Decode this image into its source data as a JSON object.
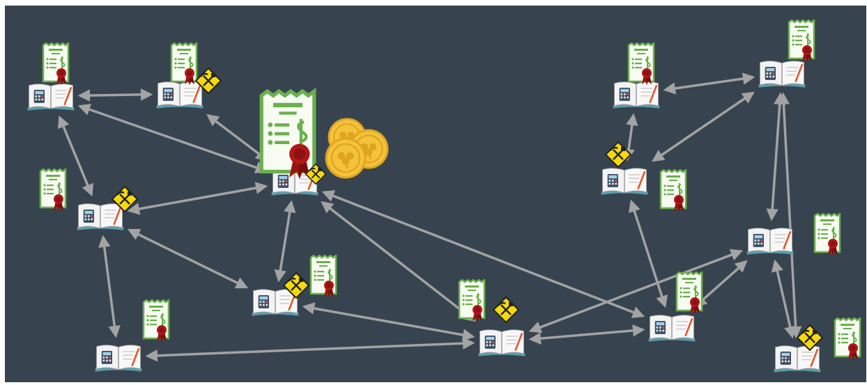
{
  "diagram": {
    "background": "#37444f",
    "edge_color": "#a3a3a3",
    "nodes": [
      {
        "id": "n1",
        "mining": false,
        "main": false
      },
      {
        "id": "n2",
        "mining": true,
        "main": false
      },
      {
        "id": "n3",
        "mining": true,
        "main": false
      },
      {
        "id": "n4",
        "mining": true,
        "main": true
      },
      {
        "id": "n5",
        "mining": true,
        "main": false
      },
      {
        "id": "n6",
        "mining": false,
        "main": false
      },
      {
        "id": "n7",
        "mining": true,
        "main": false
      },
      {
        "id": "n8",
        "mining": false,
        "main": false
      },
      {
        "id": "n9",
        "mining": false,
        "main": false
      },
      {
        "id": "n10",
        "mining": true,
        "main": false
      },
      {
        "id": "n11",
        "mining": false,
        "main": false
      },
      {
        "id": "n12",
        "mining": false,
        "main": false
      },
      {
        "id": "n13",
        "mining": false,
        "main": false
      },
      {
        "id": "n14",
        "mining": true,
        "main": false
      }
    ],
    "edges": [
      [
        "n1",
        "n2"
      ],
      [
        "n1",
        "n4"
      ],
      [
        "n1",
        "n3"
      ],
      [
        "n2",
        "n4"
      ],
      [
        "n3",
        "n4"
      ],
      [
        "n3",
        "n5"
      ],
      [
        "n3",
        "n6"
      ],
      [
        "n4",
        "n5"
      ],
      [
        "n4",
        "n7"
      ],
      [
        "n4",
        "n10"
      ],
      [
        "n5",
        "n7"
      ],
      [
        "n6",
        "n7"
      ],
      [
        "n7",
        "n10"
      ],
      [
        "n7",
        "n12"
      ],
      [
        "n8",
        "n9"
      ],
      [
        "n9",
        "n10"
      ],
      [
        "n9",
        "n11"
      ],
      [
        "n8",
        "n11"
      ],
      [
        "n10",
        "n12"
      ],
      [
        "n11",
        "n12"
      ],
      [
        "n11",
        "n13"
      ],
      [
        "n12",
        "n13"
      ]
    ],
    "icons": {
      "ledger": "ledger-book-icon",
      "mining": "pickaxe-shovel-sign-icon",
      "receipt": "certificate-receipt-icon",
      "coins": "gold-coins-icon"
    }
  }
}
